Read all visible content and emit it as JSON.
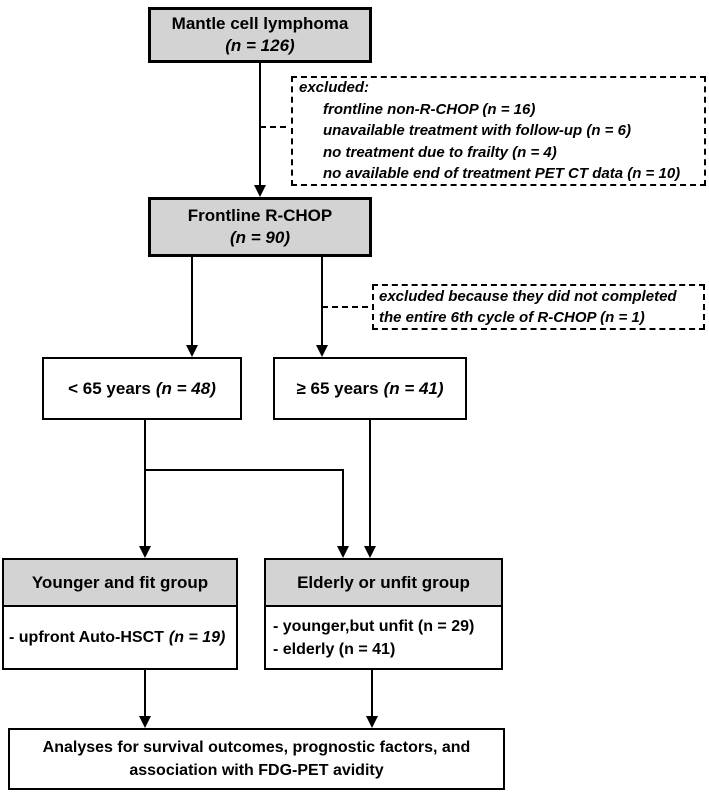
{
  "nodes": {
    "mcl": {
      "label": "Mantle cell lymphoma",
      "n": "(n = 126)"
    },
    "excluded1": {
      "title": "excluded:",
      "items": [
        "frontline non-R-CHOP (n = 16)",
        "unavailable treatment with follow-up (n = 6)",
        "no treatment due to frailty (n = 4)",
        "no available end of treatment PET CT data (n = 10)"
      ]
    },
    "rchop": {
      "label": "Frontline R-CHOP",
      "n": "(n = 90)"
    },
    "excluded2": {
      "lines": [
        "excluded because they did not completed",
        "the entire 6th cycle of R-CHOP (n = 1)"
      ]
    },
    "under65": {
      "label": "< 65 years",
      "n": "(n = 48)"
    },
    "over65": {
      "label": "≥ 65 years",
      "n": "(n = 41)"
    },
    "younger": {
      "header": "Younger and fit group",
      "body_label": "- upfront Auto-HSCT",
      "body_n": "(n = 19)"
    },
    "elderly": {
      "header": "Elderly or unfit group",
      "lines": [
        "- younger,but unfit (n = 29)",
        "- elderly (n = 41)"
      ]
    },
    "analyses": {
      "lines": [
        "Analyses for survival outcomes, prognostic factors, and",
        "association with FDG-PET avidity"
      ]
    }
  },
  "colors": {
    "gray_fill": "#d3d3d3",
    "line": "#000000",
    "background": "#ffffff"
  }
}
